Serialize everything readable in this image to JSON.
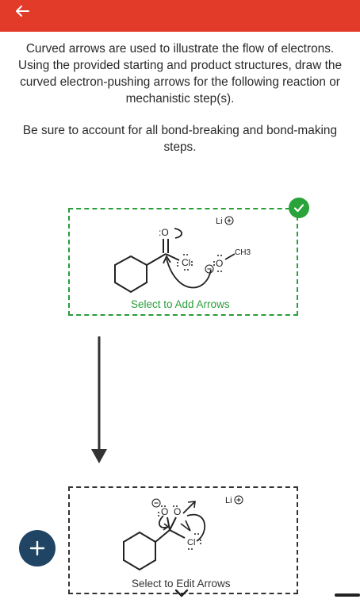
{
  "header": {
    "back_icon": "arrow-left-icon",
    "color": "#e23b2a"
  },
  "instructions": {
    "paragraph1": "Curved arrows are used to illustrate the flow of electrons. Using the provided starting and product structures, draw the curved electron-pushing arrows for the following reaction or mechanistic step(s).",
    "paragraph2": "Be sure to account for all bond-breaking and bond-making steps."
  },
  "step1": {
    "label": "Select to Add Arrows",
    "status_icon": "check-circle-icon",
    "accent_color": "#2a9d3a",
    "molecule": {
      "carbonyl_oxygen": ":O",
      "leaving_group": "Cl",
      "nucleophile_oxygen": "O",
      "methyl": "CH3",
      "counterion": "Li"
    }
  },
  "reaction_arrow_icon": "arrow-down-icon",
  "step2": {
    "label": "Select to Edit Arrows",
    "molecule": {
      "oxide_oxygen": "O",
      "methoxy_oxygen": "O",
      "chloride": "Cl",
      "counterion": "Li"
    }
  },
  "fab": {
    "icon": "plus-icon",
    "color": "#1f4464"
  },
  "expand_icon": "chevron-down-icon"
}
